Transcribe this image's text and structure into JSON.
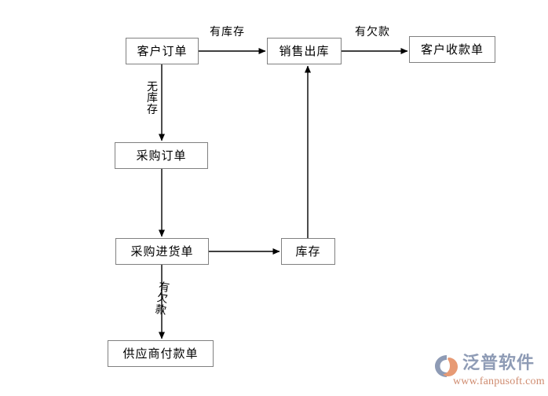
{
  "diagram": {
    "type": "flowchart",
    "background_color": "#ffffff",
    "node_border_color": "#808080",
    "edge_color": "#000000",
    "nodes": [
      {
        "id": "customer-order",
        "label": "客户订单"
      },
      {
        "id": "sales-out",
        "label": "销售出库"
      },
      {
        "id": "customer-receipt",
        "label": "客户收款单"
      },
      {
        "id": "purchase-order",
        "label": "采购订单"
      },
      {
        "id": "purchase-receipt",
        "label": "采购进货单"
      },
      {
        "id": "stock",
        "label": "库存"
      },
      {
        "id": "supplier-payment",
        "label": "供应商付款单"
      }
    ],
    "edges": [
      {
        "from": "customer-order",
        "to": "sales-out",
        "label": "有库存",
        "orientation": "horizontal"
      },
      {
        "from": "sales-out",
        "to": "customer-receipt",
        "label": "有欠款",
        "orientation": "horizontal"
      },
      {
        "from": "customer-order",
        "to": "purchase-order",
        "label": "无库存",
        "orientation": "vertical"
      },
      {
        "from": "purchase-order",
        "to": "purchase-receipt",
        "label": "",
        "orientation": "vertical"
      },
      {
        "from": "purchase-receipt",
        "to": "stock",
        "label": "",
        "orientation": "horizontal"
      },
      {
        "from": "stock",
        "to": "sales-out",
        "label": "",
        "orientation": "vertical-up"
      },
      {
        "from": "purchase-receipt",
        "to": "supplier-payment",
        "label": "有欠款",
        "orientation": "vertical"
      }
    ],
    "labels": {
      "has_stock": "有库存",
      "has_debt_sales": "有欠款",
      "no_stock_chars": {
        "c1": "无",
        "c2": "库",
        "c3": "存"
      },
      "has_debt_purchase_chars": {
        "c1": "有",
        "c2": "欠",
        "c3": "款"
      }
    }
  },
  "watermark": {
    "brand": "泛普软件",
    "url": "www.fanpusoft.com",
    "brand_color": "#8e9bb5",
    "url_color": "#cf8b6f",
    "accent_color": "#e79a74"
  }
}
